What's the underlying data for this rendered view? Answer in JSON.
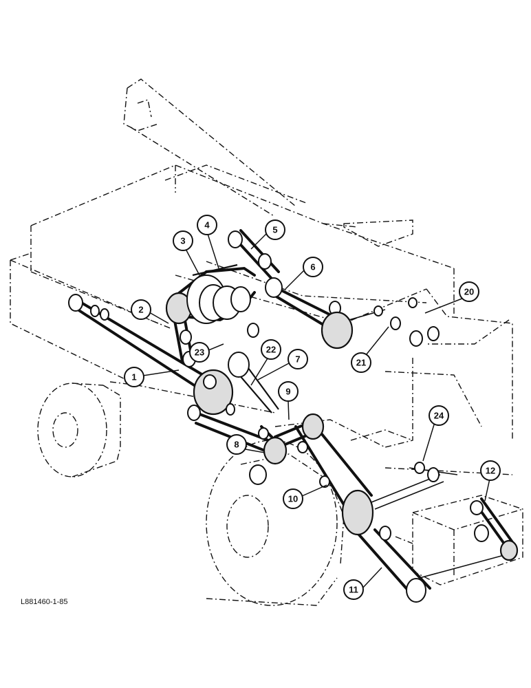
{
  "callouts": [
    {
      "id": "c1",
      "label": "1"
    },
    {
      "id": "c2",
      "label": "2"
    },
    {
      "id": "c3",
      "label": "3"
    },
    {
      "id": "c4",
      "label": "4"
    },
    {
      "id": "c5",
      "label": "5"
    },
    {
      "id": "c6",
      "label": "6"
    },
    {
      "id": "c7",
      "label": "7"
    },
    {
      "id": "c8",
      "label": "8"
    },
    {
      "id": "c9",
      "label": "9"
    },
    {
      "id": "c10",
      "label": "10"
    },
    {
      "id": "c11",
      "label": "11"
    },
    {
      "id": "c12",
      "label": "12"
    },
    {
      "id": "c20",
      "label": "20"
    },
    {
      "id": "c21",
      "label": "21"
    },
    {
      "id": "c22",
      "label": "22"
    },
    {
      "id": "c23",
      "label": "23"
    },
    {
      "id": "c24",
      "label": "24"
    }
  ],
  "reference_code": "L881460-1-85"
}
